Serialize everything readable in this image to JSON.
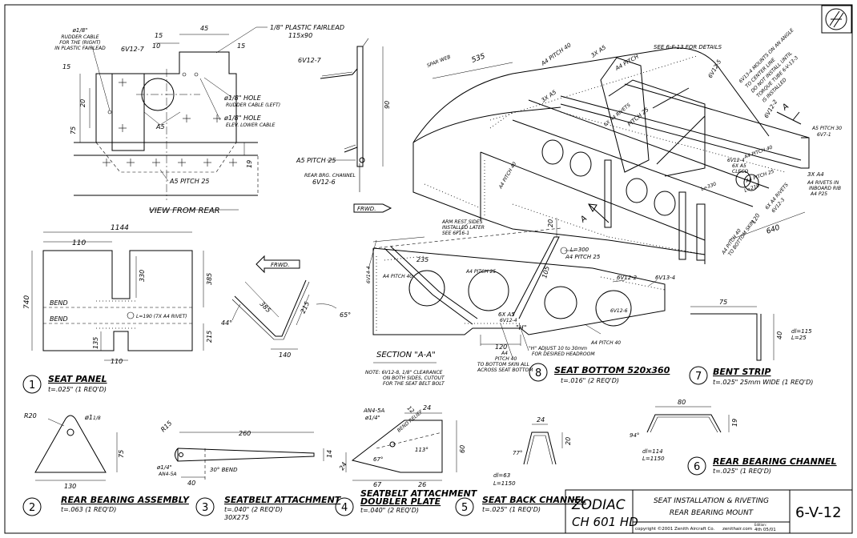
{
  "title_block": {
    "company": "ZODIAC",
    "model": "CH 601 HD",
    "title_line1": "SEAT INSTALLATION & RIVETING",
    "title_line2": "REAR BEARING MOUNT",
    "drawing_no": "6-V-12",
    "copyright": "copyright ©2001 Zenith Aircraft Co.",
    "website": "zenithair.com",
    "edition_label": "Edition:",
    "edition": "4th 05/01"
  },
  "view_from_rear": {
    "caption": "VIEW FROM REAR",
    "rudder_note": [
      "ø1/8\"",
      "RUDDER CABLE",
      "FOR THE (RIGHT)",
      "IN PLASTIC FAIRLEAD"
    ],
    "part_6v12_7": "6V12-7",
    "fairlead": "1/8\" PLASTIC FAIRLEAD",
    "fairlead_size": "115x90",
    "hole1": [
      "ø1/8\"  HOLE",
      "RUDDER CABLE (LEFT)"
    ],
    "hole2": [
      "ø1/8\"  HOLE",
      "ELEV. LOWER CABLE"
    ],
    "rivets": "A5",
    "pitch": "A5 PITCH 25",
    "dims": {
      "d15a": "15",
      "d45": "45",
      "d10": "10",
      "d15b": "15",
      "d15c": "15",
      "d20": "20",
      "d75": "75",
      "d19": "19"
    }
  },
  "side_detail": {
    "part": "6V12-7",
    "pitch": "A5 PITCH 25",
    "channel": [
      "REAR BRG. CHANNEL",
      "6V12-6"
    ],
    "d90": "90",
    "forward": "FRWD."
  },
  "isometric": {
    "labels": {
      "spar_web": "SPAR WEB",
      "d535": "535",
      "a4p40a": "A4 PITCH 40",
      "x3a5a": "3X A5",
      "x3a5b": "3X A5",
      "a4pitch": "A4 PITCH",
      "see_note": "SEE 6-F-13 FOR DETAILS",
      "p6v12_5": "6V12-5",
      "mount_note": [
        "6V13-4 MOUNTS ON AN ANGLE",
        "TO CENTER LINE",
        "DO NOT INSTALL UNTIL",
        "TORQUE TUBE 6-V-13-3",
        "IS INSTALLED"
      ],
      "p6v12_2": "6V12-2",
      "riv6": "6X A4 RIVETS",
      "pitch25": "PITCH 25",
      "a5p30": [
        "A5 PITCH 30",
        "6V7-1"
      ],
      "a4p40b": "A4 PITCH 40",
      "cleco": [
        "6V12-4",
        "6X A5",
        "CLECO"
      ],
      "a4p25": "A4 PITCH 25",
      "l330": "L=330",
      "l210": "L=210",
      "x3a4": "3X A4",
      "riv_in": [
        "A4 RIVETS IN",
        "INBOARD RIB",
        "A4 P25"
      ],
      "riv_out": [
        "6X A4 RIVETS",
        "6V12-3"
      ],
      "d120": "120",
      "bottom_skin": [
        "A4 PITCH 40",
        "TO BOTTOM SKIN"
      ],
      "d640": "640",
      "section_a": "A"
    }
  },
  "seat_panel": {
    "num": "1",
    "title": "SEAT PANEL",
    "spec": "t=.025\" (1 REQ'D)",
    "bend1": "BEND",
    "bend2": "BEND",
    "rivet_note": "L=190 (7X A4 RIVET)",
    "dims": {
      "d1144": "1144",
      "d110a": "110",
      "d330": "330",
      "d740": "740",
      "d385": "385",
      "d215": "215",
      "d135": "135",
      "d110b": "110"
    },
    "forward": "FRWD.",
    "profile": {
      "d385": "385",
      "d215": "215",
      "d44": "44°",
      "d65": "65°",
      "d140": "140"
    }
  },
  "section_aa": {
    "caption": "SECTION \"A-A\"",
    "arm_rest": [
      "ARM REST SIDES",
      "INSTALLED LATER",
      "SEE 6F16-1"
    ],
    "d20": "20",
    "l300": [
      "L=300",
      "A4 PITCH 25"
    ],
    "p6v14_4": "6V14-4",
    "d235": "235",
    "a4p40": "A4 PITCH 40",
    "a4p25": "A4 PITCH 25",
    "d105": "105",
    "p6v12_2": "6V12-2",
    "p6v13_4": "6V13-4",
    "x6a5": [
      "6X A5",
      "6V12-4"
    ],
    "p6v12_6": "6V12-6",
    "h": "\"H\"",
    "d120": "120",
    "a4p40b": "A4 PITCH 40",
    "h_note": [
      "\"H\" ADJUST 10 to 30mm",
      "FOR DESIRED HEADROOM"
    ],
    "bottom": [
      "A4",
      "PITCH 40",
      "TO BOTTOM SKIN ALL",
      "ACROSS SEAT BOTTOM"
    ],
    "note": [
      "NOTE:  6V12-8, 1/8\" CLEARANCE",
      "ON BOTH SIDES,  CUTOUT",
      "FOR THE SEAT BELT BOLT"
    ]
  },
  "seat_bottom": {
    "num": "8",
    "title": "SEAT BOTTOM 520x360",
    "spec": "t=.016\" (2 REQ'D)"
  },
  "bent_strip": {
    "num": "7",
    "title": "BENT STRIP",
    "spec": "t=.025\" 25mm WIDE (1 REQ'D)",
    "d75": "75",
    "d40": "40",
    "dl": [
      "dl=115",
      "L=25"
    ]
  },
  "rear_bearing_assembly": {
    "num": "2",
    "title": "REAR BEARING ASSEMBLY",
    "spec": "t=.063 (1 REQ'D)",
    "r20": "R20",
    "hole": "ø1",
    "frac": "1/8",
    "d75": "75",
    "d130": "130"
  },
  "seatbelt_attachment": {
    "num": "3",
    "title": "SEATBELT ATTACHMENT",
    "spec": "t=.040\" (2 REQ'D)",
    "size": "30X275",
    "r15": "R15",
    "d260": "260",
    "d14": "14",
    "hole": [
      "ø1/4\"",
      "AN4-5A"
    ],
    "bend": "30° BEND",
    "d40": "40"
  },
  "doubler_plate": {
    "num": "4",
    "title": [
      "SEATBELT ATTACHMENT",
      "DOUBLER PLATE"
    ],
    "spec": "t=.040\" (2 REQ'D)",
    "an": "AN4-5A",
    "hole": "ø1/4\"",
    "d12": "12",
    "d24a": "24",
    "bend_line": "BEND RELIEF",
    "d60": "60",
    "d24b": "24",
    "d113": "113°",
    "d67a": "67°",
    "d67b": "67",
    "d26": "26"
  },
  "seat_back_channel": {
    "num": "5",
    "title": "SEAT BACK CHANNEL",
    "spec": "t=.025\" (1 REQ'D)",
    "d24": "24",
    "d20": "20",
    "d77": "77°",
    "dl": [
      "dl=63",
      "L=1150"
    ]
  },
  "rear_bearing_channel": {
    "num": "6",
    "title": "REAR BEARING CHANNEL",
    "spec": "t=.025\" (1 REQ'D)",
    "d80": "80",
    "d19": "19",
    "d94": "94°",
    "dl": [
      "dl=114",
      "L=1150"
    ]
  }
}
